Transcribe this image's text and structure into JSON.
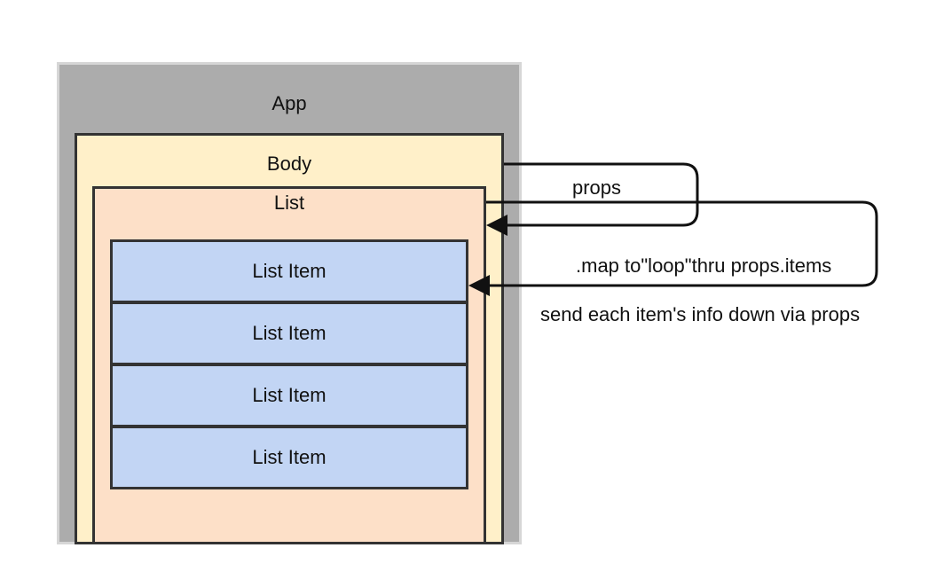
{
  "diagram": {
    "app_label": "App",
    "body_label": "Body",
    "list_label": "List",
    "list_items": [
      "List Item",
      "List Item",
      "List Item",
      "List Item"
    ],
    "props_label": "props",
    "map_label": ".map to\"loop\"thru props.items",
    "send_label": "send each item's info down via props"
  },
  "colors": {
    "app_fill": "#acacac",
    "body_fill": "#fff0c9",
    "list_fill": "#fde0c8",
    "item_fill": "#c2d5f4",
    "stroke": "#333333"
  }
}
